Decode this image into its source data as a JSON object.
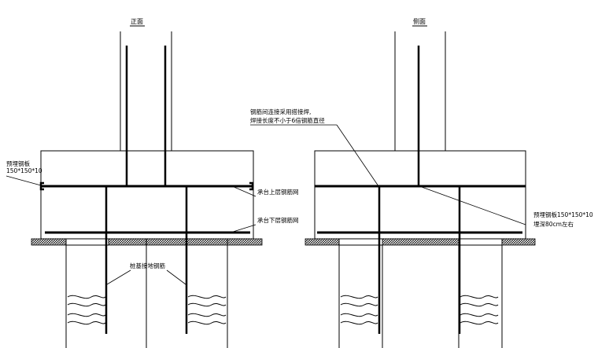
{
  "views": {
    "front_title": "正面",
    "side_title": "侧面"
  },
  "labels": {
    "embedded_plate_left_line1": "预埋钢板",
    "embedded_plate_left_line2": "150*150*10",
    "upper_mesh": "承台上层钢筋网",
    "lower_mesh": "承台下层钢筋网",
    "pile_anchor_bars": "桩基接地钢筋",
    "weld_note_line1": "钢筋间连接采用搭接焊,",
    "weld_note_line2": "焊接长度不小于6倍钢筋直径",
    "embedded_plate_right_line1": "预埋钢板150*150*10",
    "embedded_plate_right_line2": "埋深80cm左右"
  },
  "colors": {
    "line": "#000000",
    "hatch": "#000000",
    "background": "#ffffff"
  }
}
